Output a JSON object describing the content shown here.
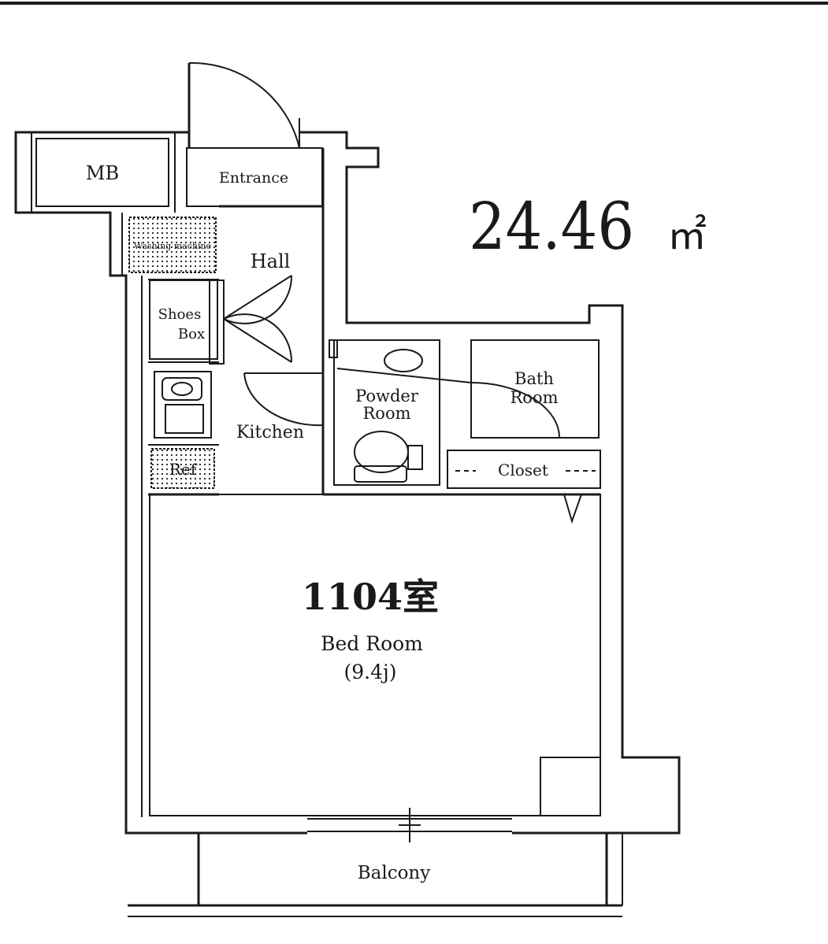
{
  "area": {
    "value": "24.46",
    "unit": "㎡"
  },
  "unit_number": "1104室",
  "rooms": {
    "mb": "MB",
    "entrance": "Entrance",
    "washing": "Washing machine",
    "hall": "Hall",
    "shoes_box_1": "Shoes",
    "shoes_box_2": "Box",
    "kitchen": "Kitchen",
    "ref": "Ref",
    "powder_room_1": "Powder",
    "powder_room_2": "Room",
    "bath_room_1": "Bath",
    "bath_room_2": "Room",
    "closet": "Closet",
    "bed_room": "Bed Room",
    "bed_room_size": "(9.4j)",
    "balcony": "Balcony"
  }
}
